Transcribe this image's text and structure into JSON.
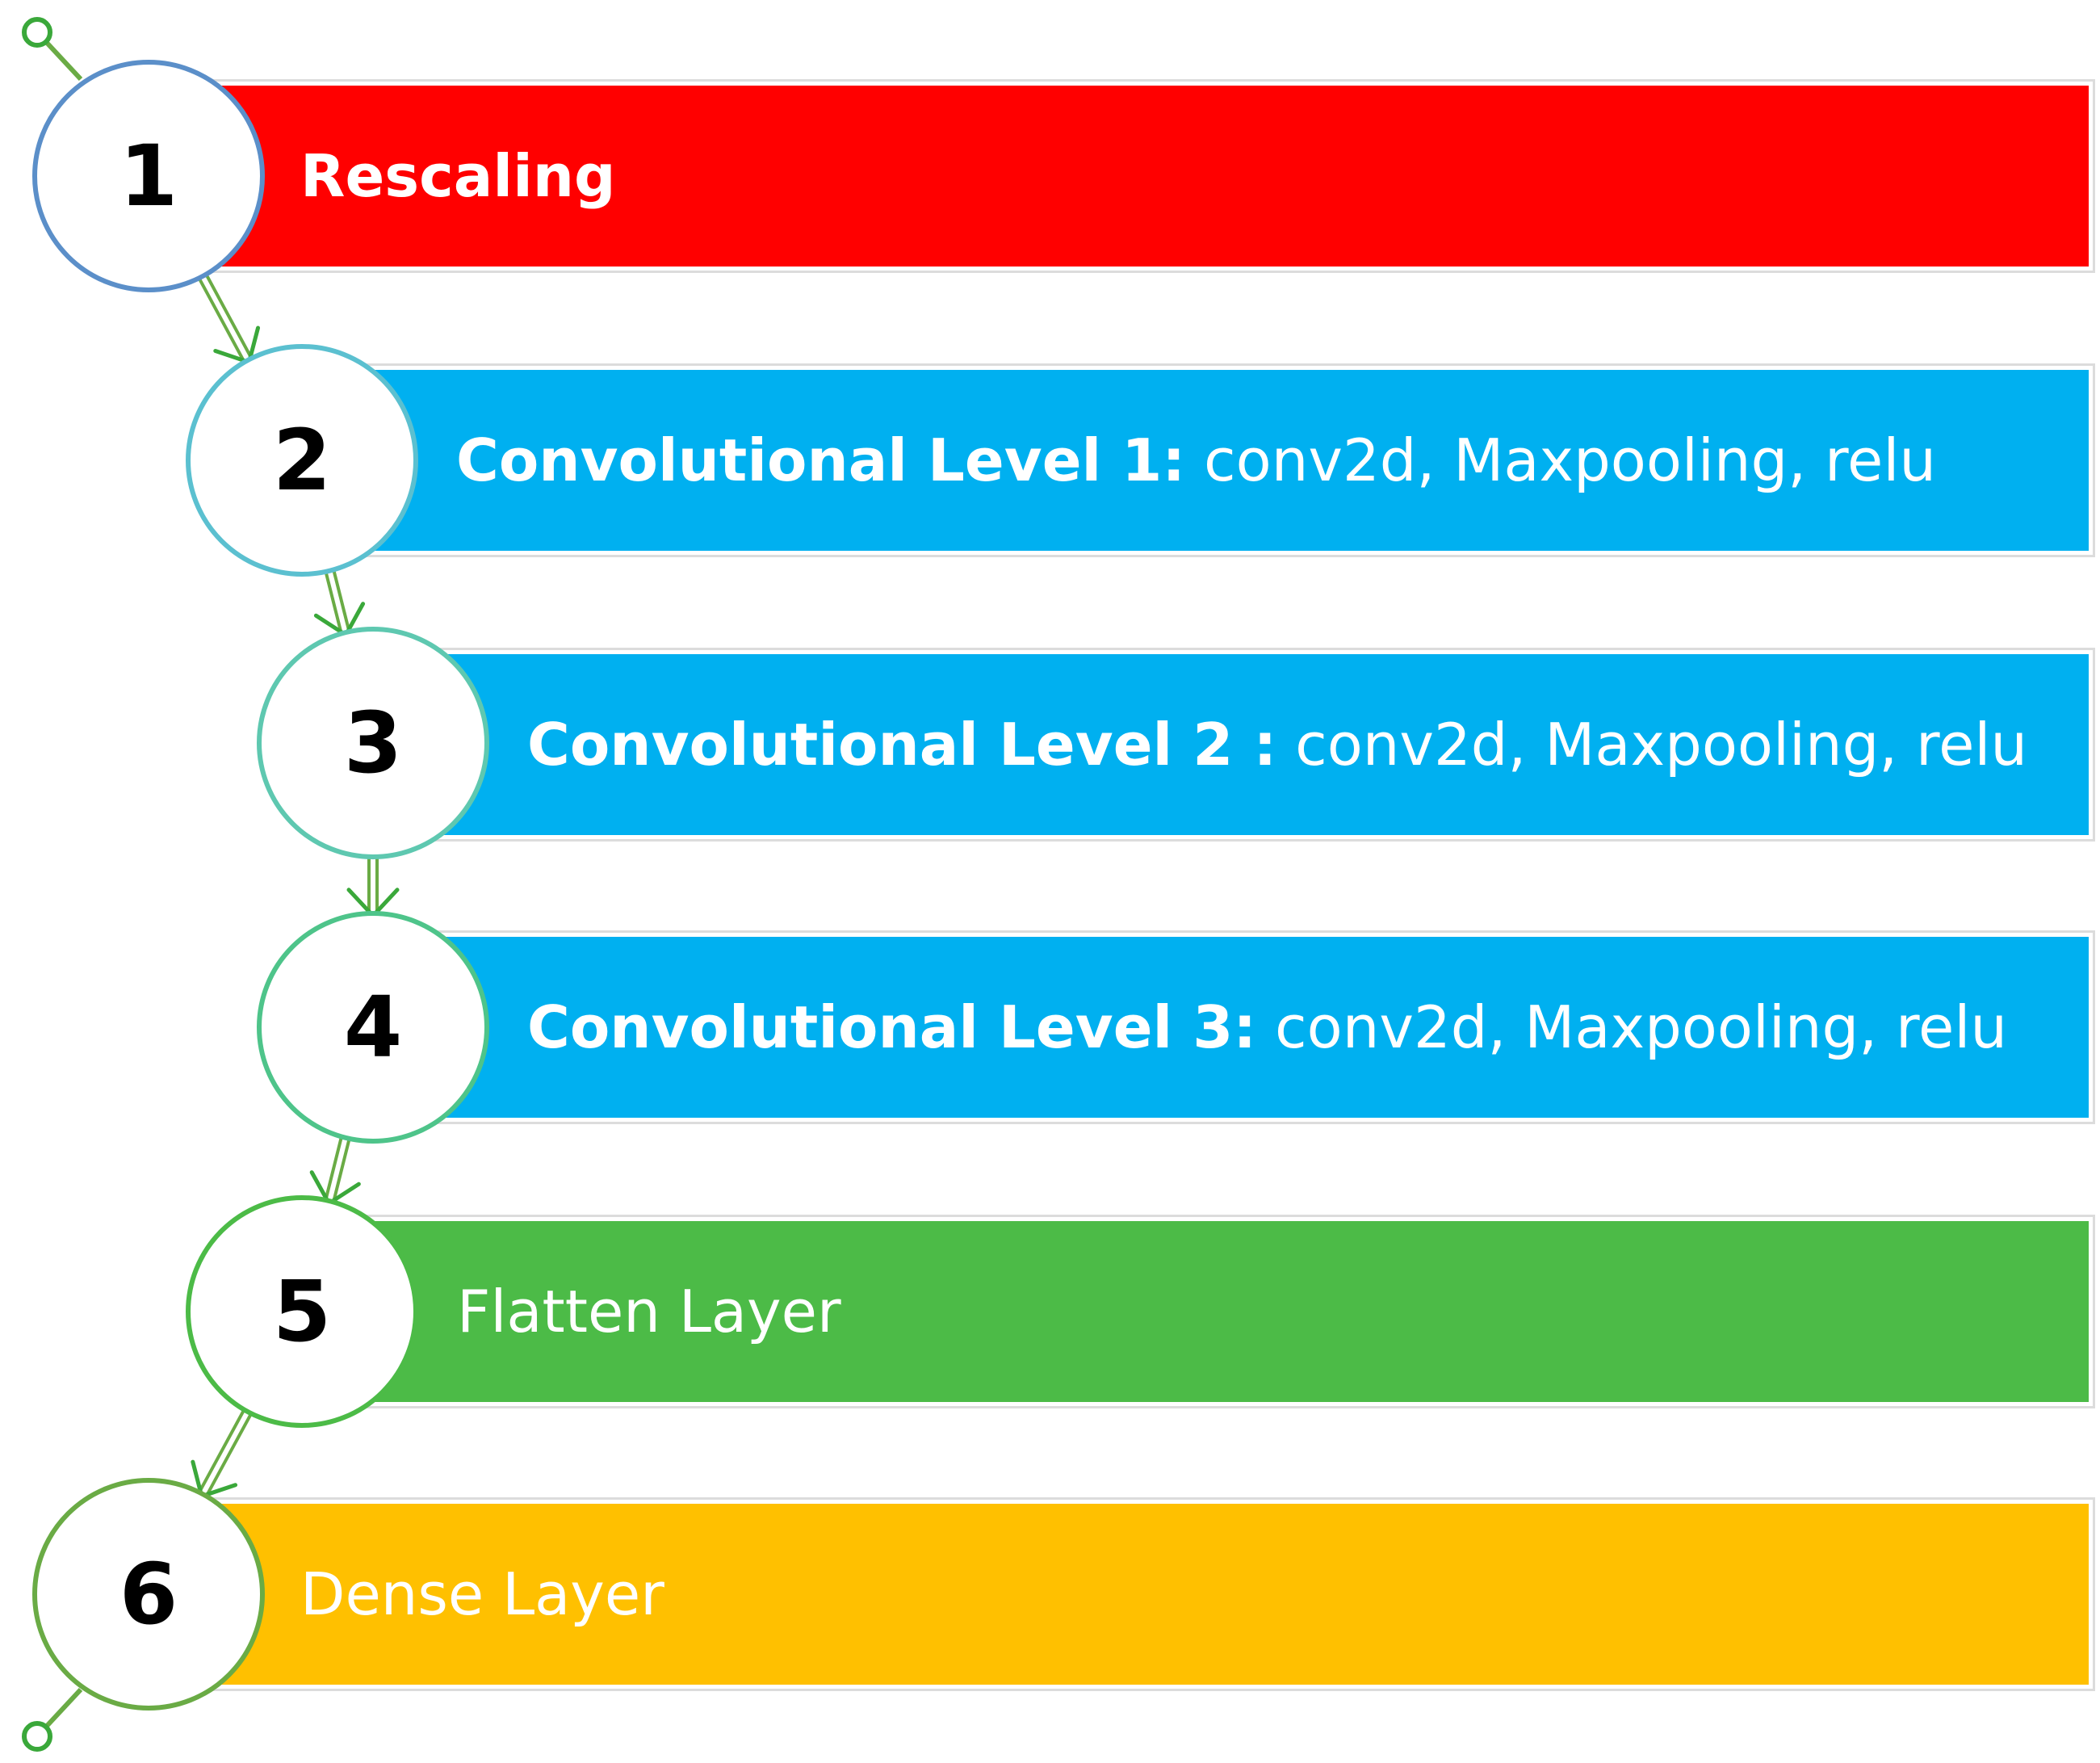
{
  "steps": [
    {
      "number": "1",
      "bold": "Rescaling",
      "rest": "",
      "color": "#ff0000",
      "ring": "#5b8fc9"
    },
    {
      "number": "2",
      "bold": "Convolutional Level 1:",
      "rest": " conv2d, Maxpooling, relu",
      "color": "#00b0f0",
      "ring": "#5bc0d0"
    },
    {
      "number": "3",
      "bold": "Convolutional Level 2 :",
      "rest": " conv2d, Maxpooling, relu",
      "color": "#00b0f0",
      "ring": "#5ec8b0"
    },
    {
      "number": "4",
      "bold": "Convolutional Level 3:",
      "rest": " conv2d, Maxpooling, relu",
      "color": "#00b0f0",
      "ring": "#4ec48a"
    },
    {
      "number": "5",
      "bold": "",
      "rest": "Flatten Layer",
      "color": "#4cbb47",
      "ring": "#4cbb47"
    },
    {
      "number": "6",
      "bold": "",
      "rest": "Dense Layer",
      "color": "#ffc000",
      "ring": "#6aab45"
    }
  ],
  "connector_color": "#6aab45"
}
